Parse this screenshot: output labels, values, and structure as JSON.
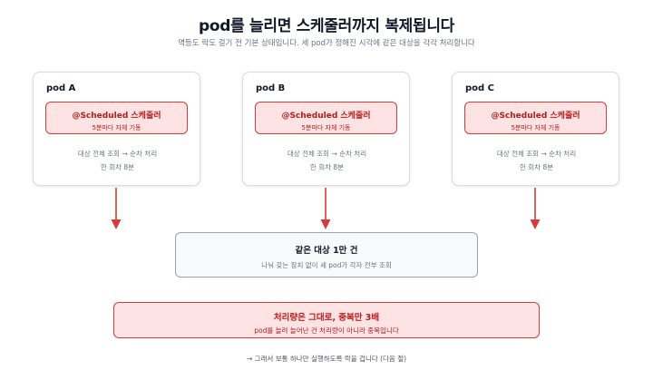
{
  "header": {
    "title": "pod를 늘리면 스케줄러까지 복제됩니다",
    "subtitle": "멱등도 락도 걸기 전 기본 상태입니다. 세 pod가 정해진 시각에 같은 대상을 각각 처리합니다"
  },
  "pods": [
    {
      "name": "pod A",
      "scheduler_title": "@Scheduled 스케줄러",
      "scheduler_sub": "5분마다 자체 기동",
      "desc_line1": "대상 전체 조회 → 순차 처리",
      "desc_line2": "한 회차 8분"
    },
    {
      "name": "pod B",
      "scheduler_title": "@Scheduled 스케줄러",
      "scheduler_sub": "5분마다 자체 기동",
      "desc_line1": "대상 전체 조회 → 순차 처리",
      "desc_line2": "한 회차 8분"
    },
    {
      "name": "pod C",
      "scheduler_title": "@Scheduled 스케줄러",
      "scheduler_sub": "5분마다 자체 기동",
      "desc_line1": "대상 전체 조회 → 순차 처리",
      "desc_line2": "한 회차 8분"
    }
  ],
  "target": {
    "title": "같은 대상 1만 건",
    "sub": "나눠 갖는 장치 없이 세 pod가 각자 전부 조회"
  },
  "result": {
    "title": "처리량은 그대로, 중복만 3배",
    "sub": "pod를 늘려 늘어난 건 처리량이 아니라 중복입니다"
  },
  "footer": "→ 그래서 보통 하나만 실행하도록 락을 겁니다 (다음 절)",
  "colors": {
    "accent_red": "#d63b3b",
    "accent_fill": "#fde3e3",
    "neutral_border": "#9ca3af"
  }
}
